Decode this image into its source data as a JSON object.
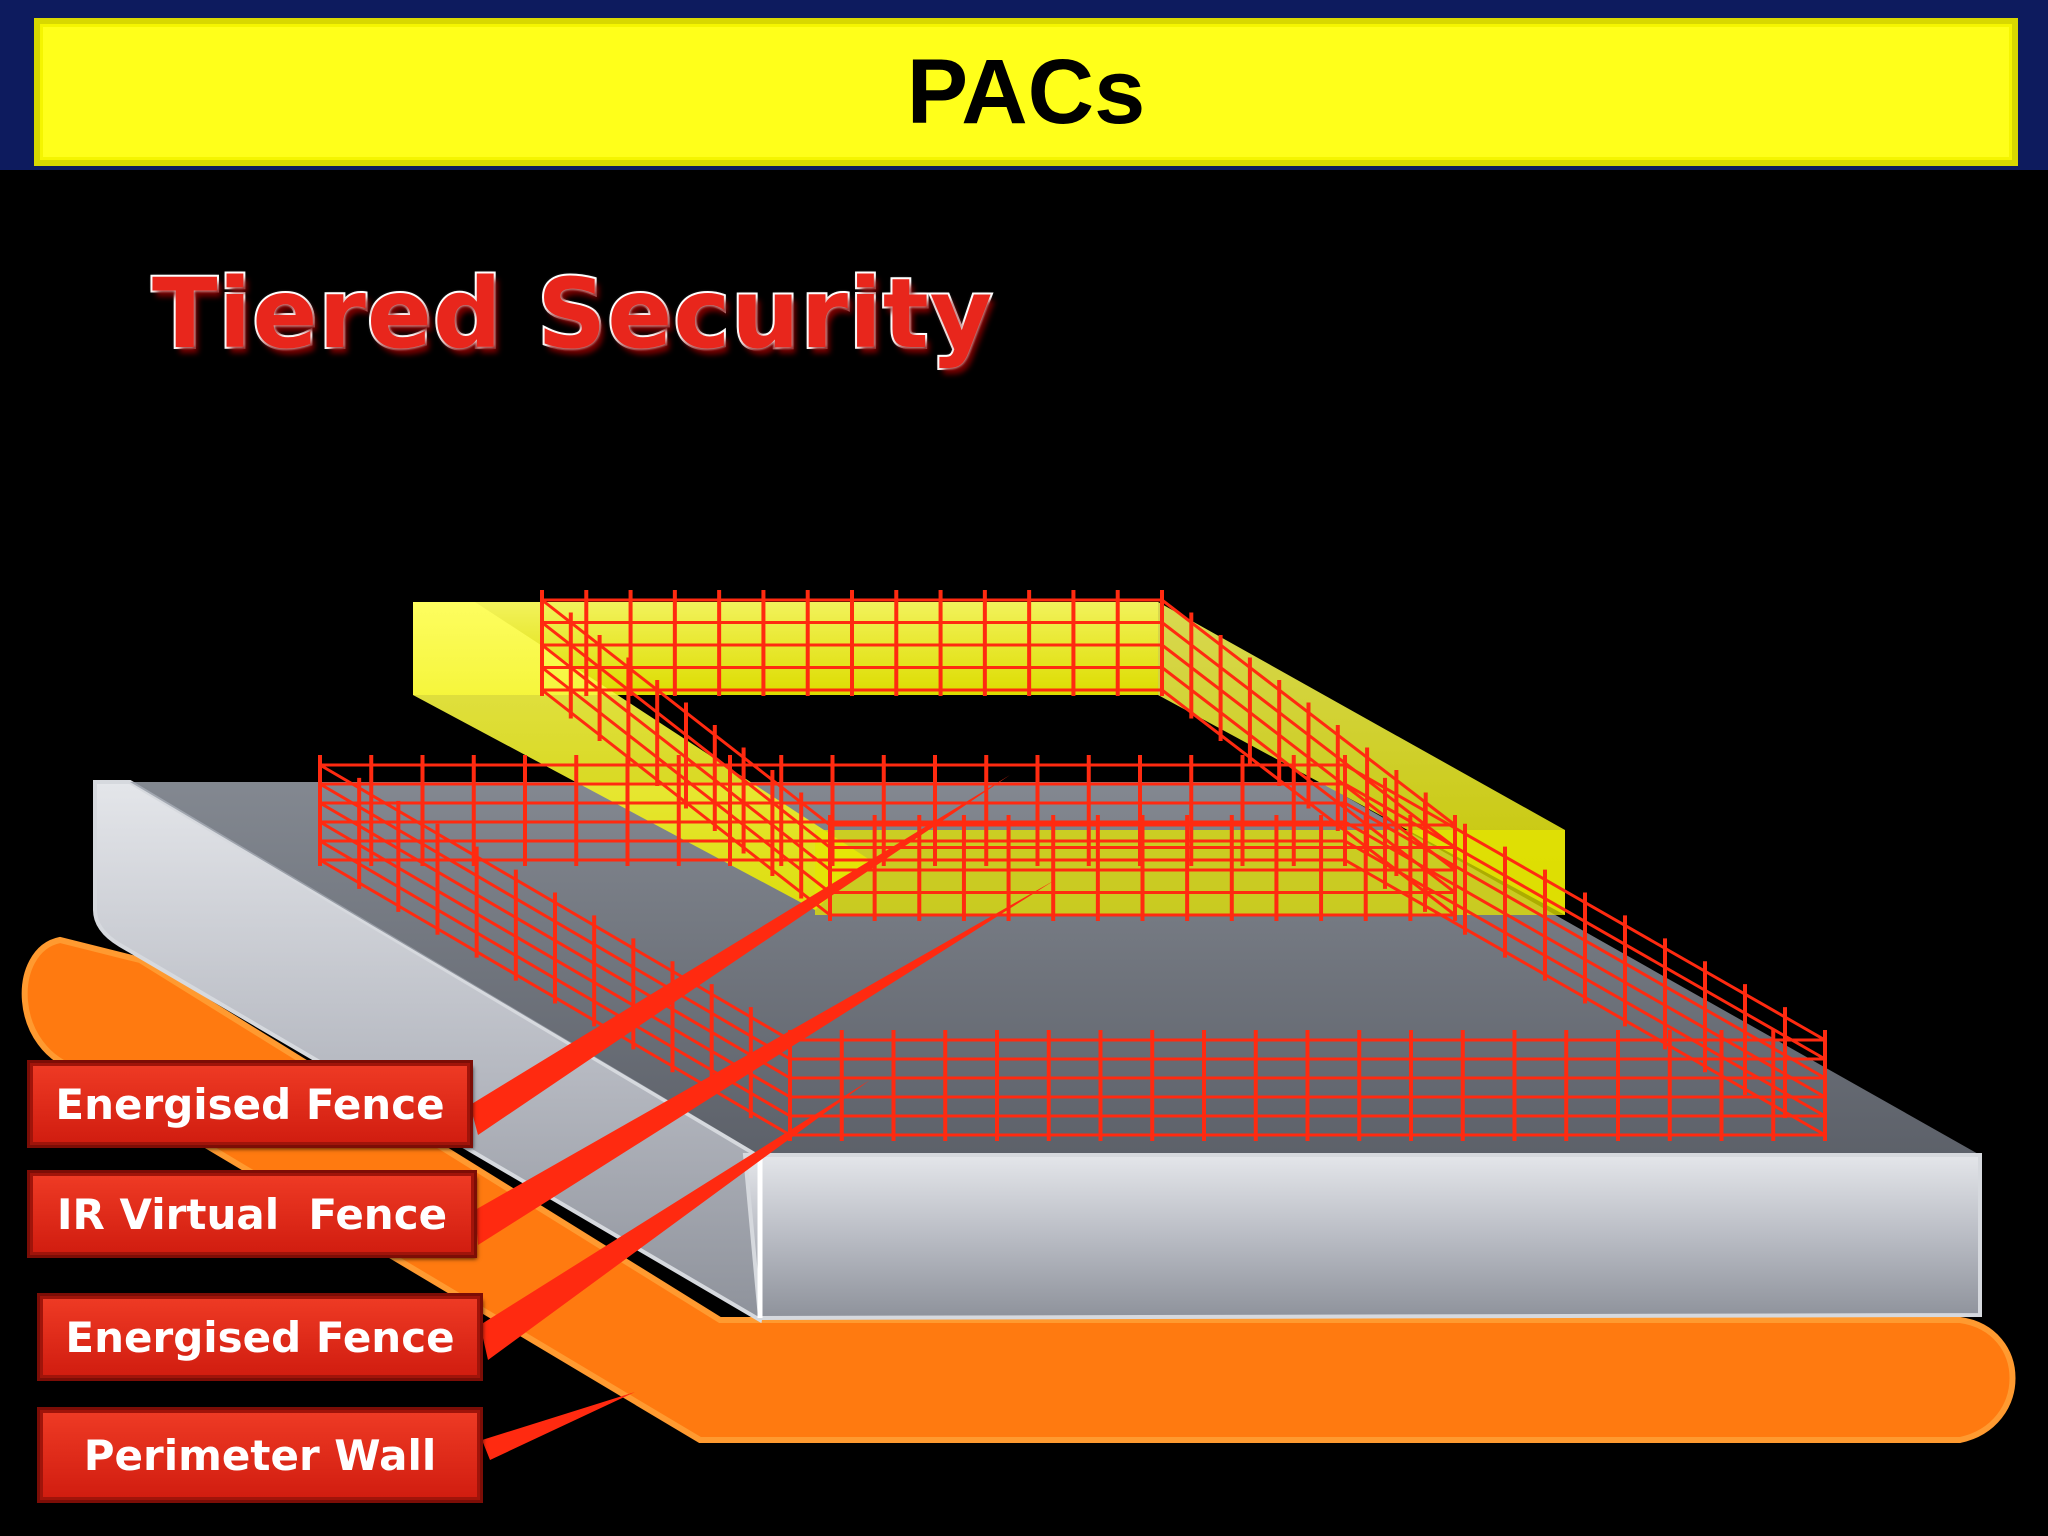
{
  "slide": {
    "title": "PACs",
    "heading": "Tiered Security"
  },
  "diagram": {
    "layers": [
      "Energised Fence",
      "IR Virtual  Fence",
      "Energised Fence",
      "Perimeter Wall"
    ]
  },
  "colors": {
    "title_band": "#ffff1a",
    "top_background": "#0d1b5e",
    "background": "#000000",
    "fence": "#ff2a10",
    "ir_zone": "#ffff20",
    "wall": "#b9bcc4",
    "ground": "#ff7a10",
    "label_fill": "#e52b1c"
  }
}
